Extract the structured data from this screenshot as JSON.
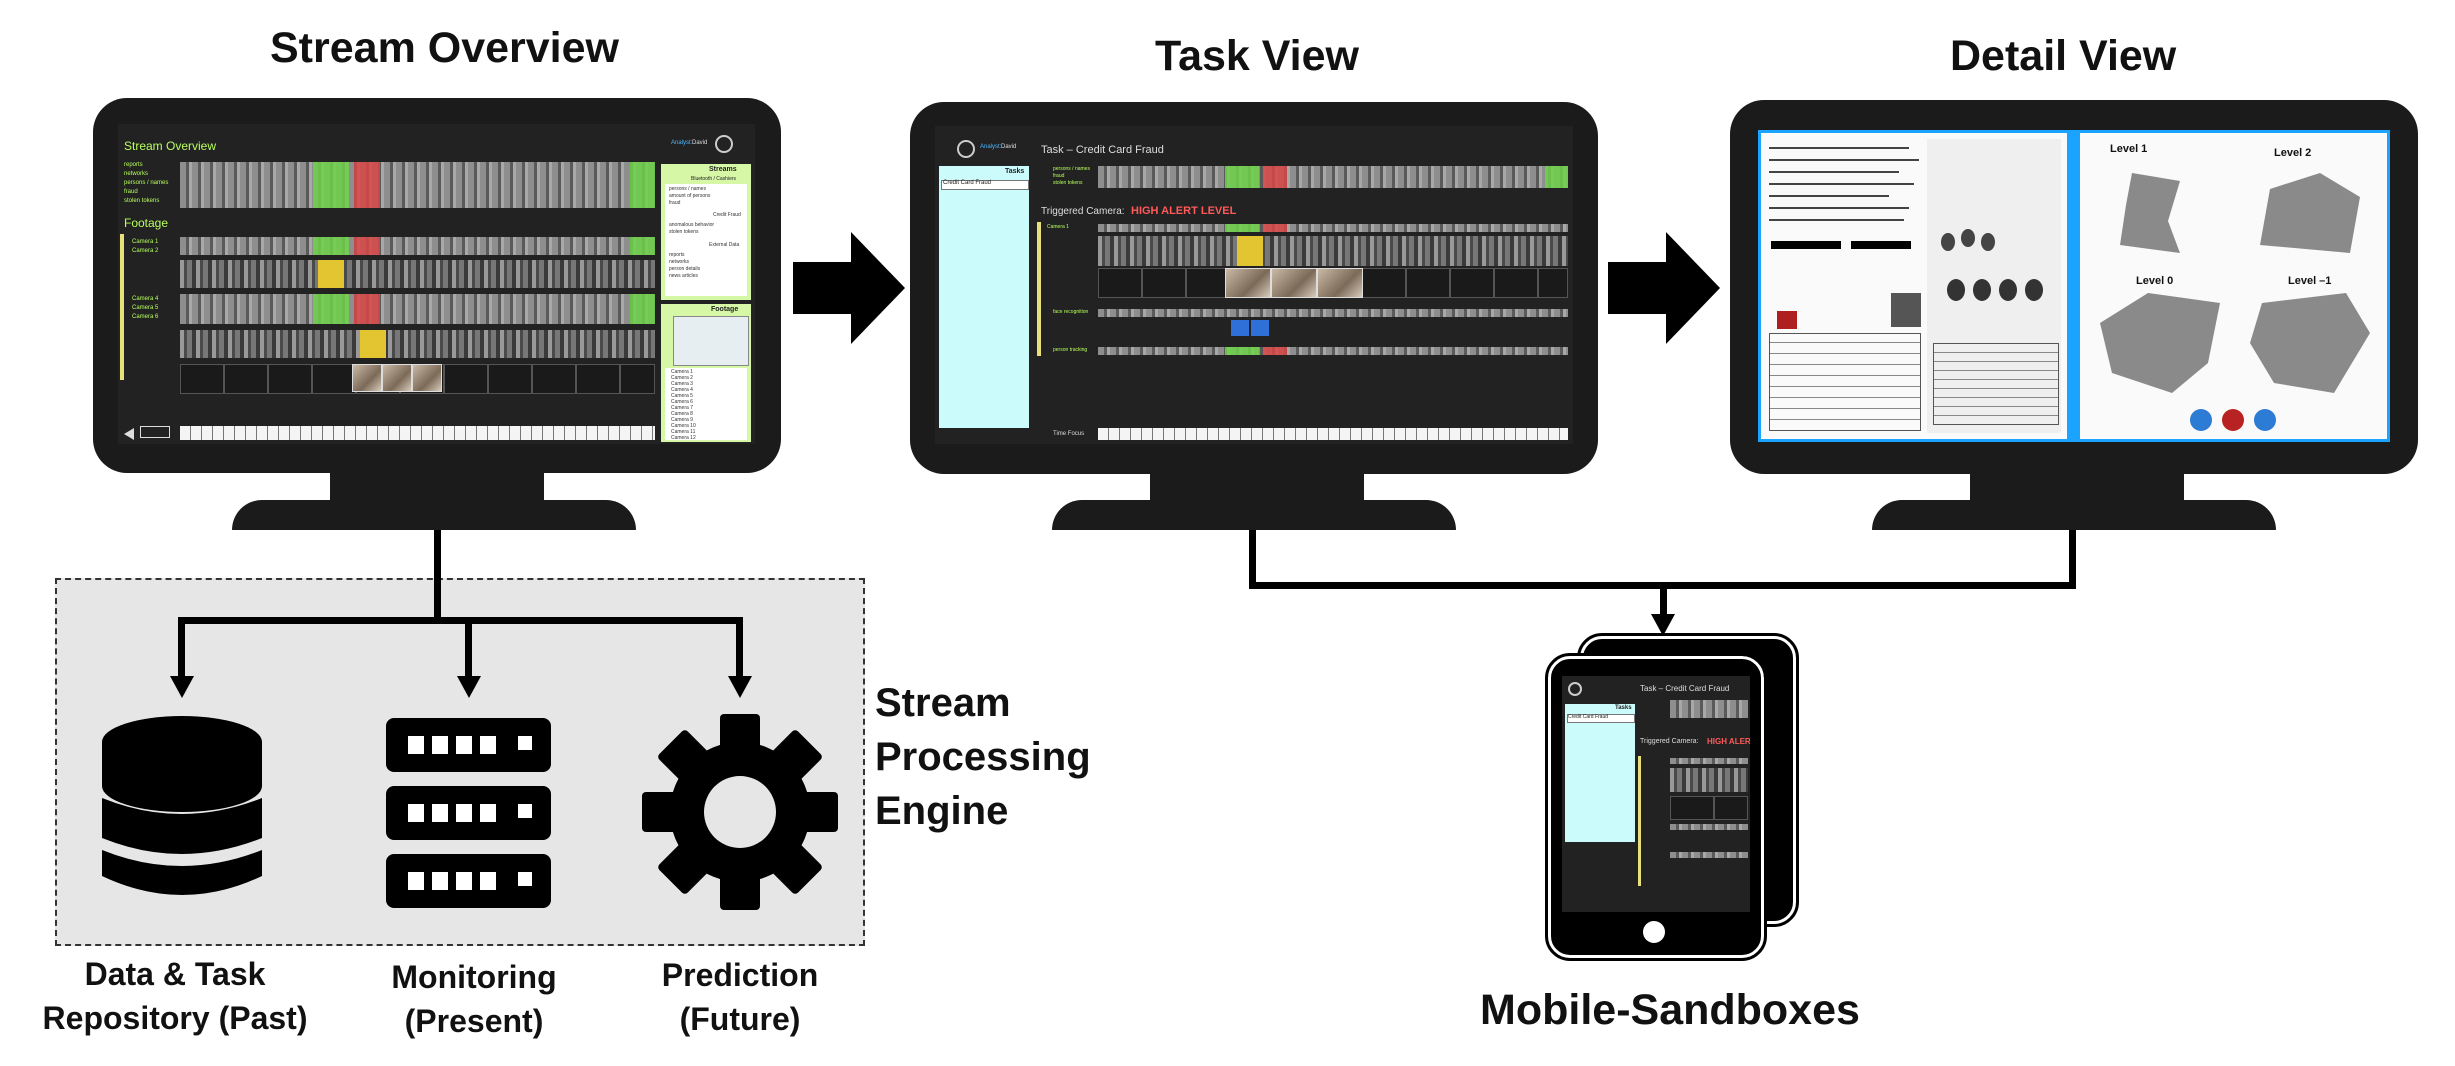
{
  "titles": {
    "stream_overview": "Stream Overview",
    "task_view": "Task View",
    "detail_view": "Detail View"
  },
  "stream_engine": {
    "label_line1": "Stream",
    "label_line2": "Processing",
    "label_line3": "Engine",
    "repository_line1": "Data & Task",
    "repository_line2": "Repository (Past)",
    "monitoring_line1": "Monitoring",
    "monitoring_line2": "(Present)",
    "prediction_line1": "Prediction",
    "prediction_line2": "(Future)"
  },
  "mobile": {
    "label": "Mobile-Sandboxes",
    "task_title": "Task – Credit Card Fraud",
    "tasks_header": "Tasks",
    "task_item": "Credit Card Fraud",
    "triggered": "Triggered Camera:",
    "alert": "HIGH ALERT"
  },
  "screen1": {
    "header": "Stream Overview",
    "analyst_label": "Analyst:",
    "analyst_name": "David",
    "footage": "Footage",
    "streams": "Streams",
    "panel_sub": "Bluetooth / Cashiers",
    "footage_panel": "Footage",
    "rows": [
      "reports",
      "networks",
      "persons / names",
      "fraud",
      "stolen tokens"
    ],
    "cameras_a": [
      "Camera 1",
      "Camera 2"
    ],
    "cameras_b": [
      "Camera 4",
      "Camera 5",
      "Camera 6"
    ],
    "panel_items_a": [
      "persons / names",
      "amount of persons",
      "fraud"
    ],
    "panel_items_b": [
      "Credit Fraud",
      "anomalous behavior",
      "stolen tokens",
      "External Data",
      "reports",
      "networks",
      "person details",
      "news articles"
    ],
    "camera_list": [
      "Camera 1",
      "Camera 2",
      "Camera 3",
      "Camera 4",
      "Camera 5",
      "Camera 6",
      "Camera 7",
      "Camera 8",
      "Camera 9",
      "Camera 10",
      "Camera 11",
      "Camera 12"
    ]
  },
  "screen2": {
    "analyst_label": "Analyst:",
    "analyst_name": "David",
    "task_title": "Task – Credit Card Fraud",
    "tasks_header": "Tasks",
    "task_item": "Credit Card Fraud",
    "triggered": "Triggered Camera:",
    "alert": "HIGH ALERT LEVEL",
    "rows": [
      "persons / names",
      "fraud",
      "stolen tokens"
    ],
    "camera": "Camera 1",
    "face_recognition": "face recognition",
    "person_tracking": "person tracking",
    "time_focus": "Time Focus"
  },
  "screen3": {
    "level1": "Level 1",
    "level2": "Level 2",
    "level0": "Level 0",
    "levelm1": "Level –1"
  },
  "colors": {
    "accent_green": "#b7ff5c",
    "alert_red": "#ff5a5a",
    "panel_cyan": "#ccfbfb",
    "frame_blue": "#1aa3ff"
  },
  "icons": {
    "arrow": "right-arrow-icon",
    "database": "database-icon",
    "server": "server-icon",
    "gear": "gear-icon",
    "tablet": "tablet-icon"
  }
}
